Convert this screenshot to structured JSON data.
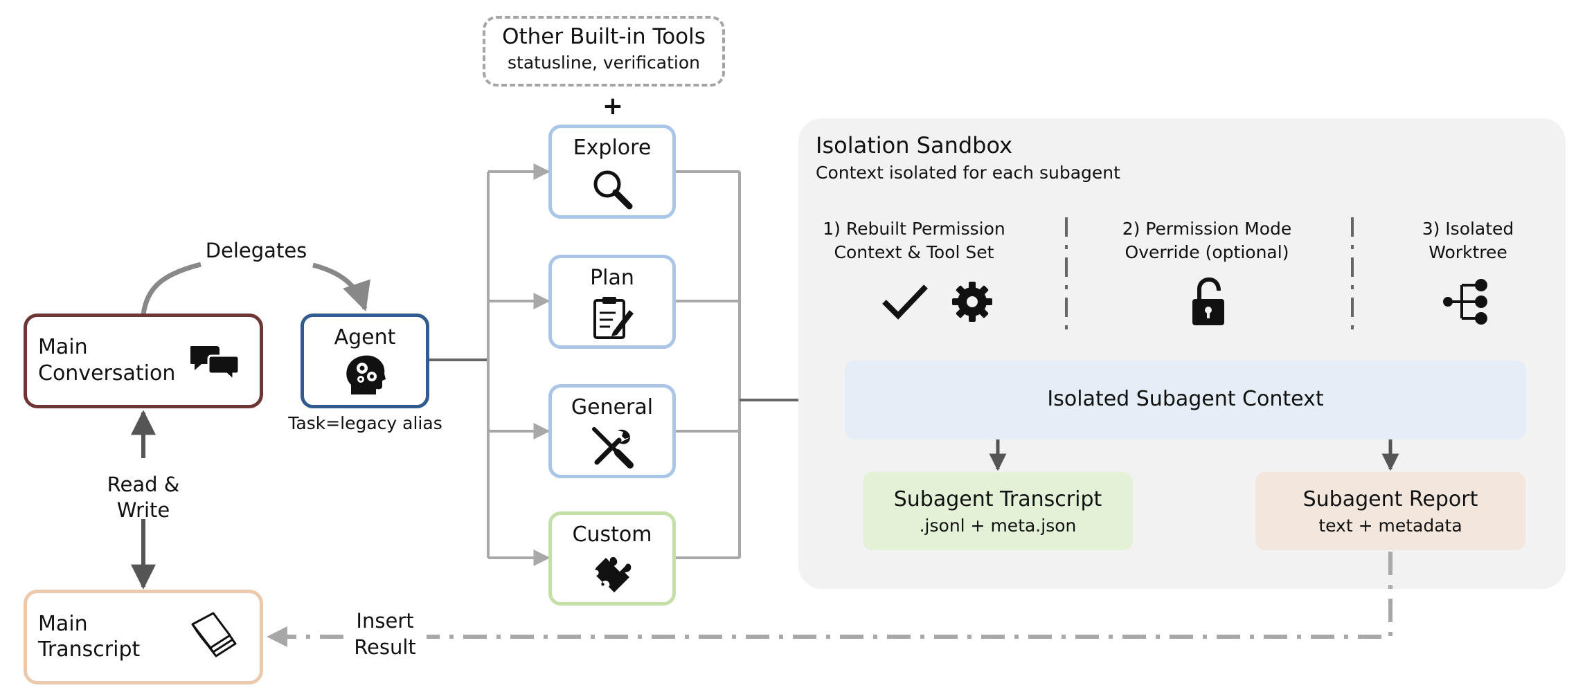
{
  "tools": {
    "title": "Other Built-in Tools",
    "subtitle": "statusline, verification",
    "plus": "+"
  },
  "main_conversation": {
    "line1": "Main",
    "line2": "Conversation",
    "icon": "chat-bubbles-icon"
  },
  "main_transcript": {
    "line1": "Main",
    "line2": "Transcript",
    "icon": "stacked-papers-icon"
  },
  "delegates": "Delegates",
  "read_write": {
    "line1": "Read &",
    "line2": "Write"
  },
  "agent": {
    "label": "Agent",
    "caption": "Task=legacy alias",
    "icon": "head-gears-icon"
  },
  "subagents": [
    {
      "label": "Explore",
      "icon": "magnifier-icon"
    },
    {
      "label": "Plan",
      "icon": "clipboard-pen-icon"
    },
    {
      "label": "General",
      "icon": "wrench-screwdriver-icon"
    },
    {
      "label": "Custom",
      "icon": "puzzle-piece-icon"
    }
  ],
  "sandbox": {
    "title": "Isolation Sandbox",
    "subtitle": "Context isolated for each subagent",
    "features": [
      {
        "line1": "1) Rebuilt Permission",
        "line2": "Context & Tool Set",
        "icons": [
          "checkmark-icon",
          "gear-icon"
        ]
      },
      {
        "line1": "2) Permission Mode",
        "line2": "Override (optional)",
        "icons": [
          "unlocked-padlock-icon"
        ]
      },
      {
        "line1": "3) Isolated",
        "line2": "Worktree",
        "icons": [
          "branch-tree-icon"
        ]
      }
    ],
    "context": "Isolated Subagent Context",
    "transcript": {
      "title": "Subagent Transcript",
      "subtitle": ".jsonl + meta.json"
    },
    "report": {
      "title": "Subagent Report",
      "subtitle": "text + metadata"
    }
  },
  "insert_result": {
    "line1": "Insert",
    "line2": "Result"
  },
  "colors": {
    "main_conversation_border": "#6e3535",
    "main_transcript_border": "#ecc8ad",
    "agent_border": "#2f5b91",
    "explore_border": "#a9c6e8",
    "custom_border": "#c2e0a8",
    "sandbox_bg": "#f2f2f2",
    "context_bg": "#e5edf6",
    "transcript_bg": "#e3f1d7",
    "report_bg": "#f3e6dc"
  }
}
